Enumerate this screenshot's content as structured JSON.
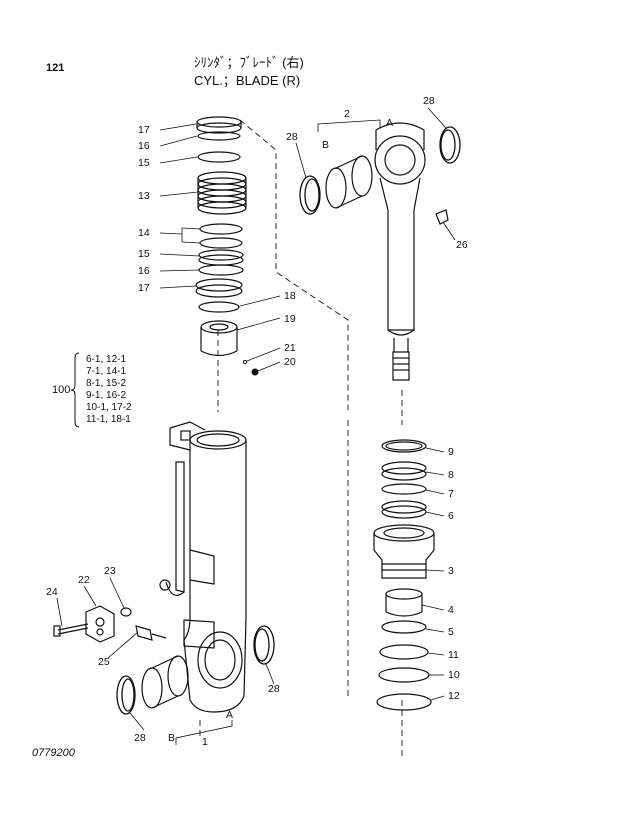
{
  "page_number": "121",
  "title_jp": "ｼﾘﾝﾀﾞ；ﾌﾞﾚｰﾄﾞ (右)",
  "title_en": "CYL.；BLADE (R)",
  "drawing_number": "0779200",
  "kit": {
    "number": "100",
    "lines": [
      "6-1, 12-1",
      "7-1, 14-1",
      "8-1, 15-2",
      "9-1, 16-2",
      "10-1, 17-2",
      "11-1, 18-1"
    ]
  },
  "callouts": {
    "c1": "1",
    "c2": "2",
    "c3": "3",
    "c4": "4",
    "c5": "5",
    "c6": "6",
    "c7": "7",
    "c8": "8",
    "c9": "9",
    "c10": "10",
    "c11": "11",
    "c12": "12",
    "c13": "13",
    "c14": "14",
    "c15a": "15",
    "c15b": "15",
    "c16a": "16",
    "c16b": "16",
    "c17a": "17",
    "c17b": "17",
    "c18": "18",
    "c19": "19",
    "c20": "20",
    "c21": "21",
    "c22": "22",
    "c23": "23",
    "c24": "24",
    "c25": "25",
    "c26": "26",
    "c28a": "28",
    "c28b": "28",
    "c28c": "28",
    "c28d": "28",
    "refA_top": "A",
    "refB_top": "B",
    "refA_bot": "A",
    "refB_bot": "B"
  }
}
